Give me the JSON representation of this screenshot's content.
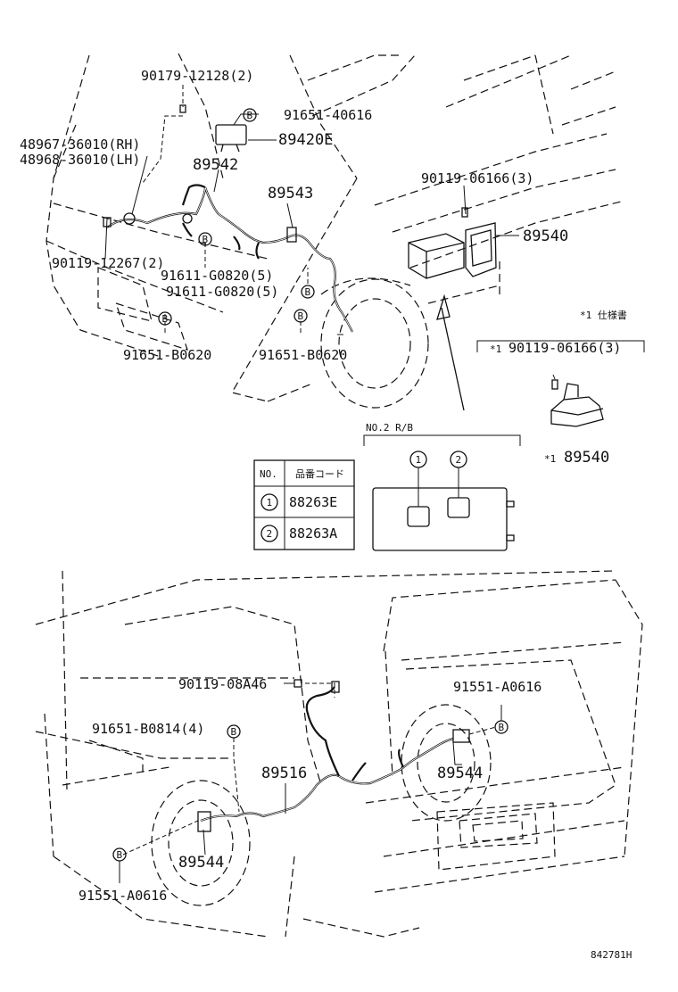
{
  "upper": {
    "parts": {
      "p90179": "90179-12128(2)",
      "p91651_40616": "91651-40616",
      "p89420E": "89420E",
      "p48967": "48967-36010(RH)",
      "p48968": "48968-36010(LH)",
      "p89542": "89542",
      "p89543": "89543",
      "p90119_06166": "90119-06166(3)",
      "p89540": "89540",
      "p90119_12267": "90119-12267(2)",
      "p91611_G0820_a": "91611-G0820(5)",
      "p91611_G0820_b": "91611-G0820(5)",
      "p91651_B0620_a": "91651-B0620",
      "p91651_B0620_b": "91651-B0620"
    },
    "note": {
      "title": "*1 仕様書",
      "bolt": "90119-06166(3)",
      "bolt_mark": "*1",
      "ecu": "89540",
      "ecu_mark": "*1"
    },
    "relay_block": {
      "title": "NO.2 R/B",
      "circle_1": "1",
      "circle_2": "2"
    },
    "table": {
      "header_no": "NO.",
      "header_code": "品番コード",
      "rows": [
        {
          "no": "1",
          "code": "88263E"
        },
        {
          "no": "2",
          "code": "88263A"
        }
      ]
    }
  },
  "lower": {
    "parts": {
      "p90119_08A46": "90119-08A46",
      "p91551_A0616_right": "91551-A0616",
      "p91651_B0814": "91651-B0814(4)",
      "p89516": "89516",
      "p89544_right": "89544",
      "p89544_left": "89544",
      "p91551_A0616_left": "91551-A0616"
    }
  },
  "diagram_id": "842781H",
  "bolt_mark": "B"
}
